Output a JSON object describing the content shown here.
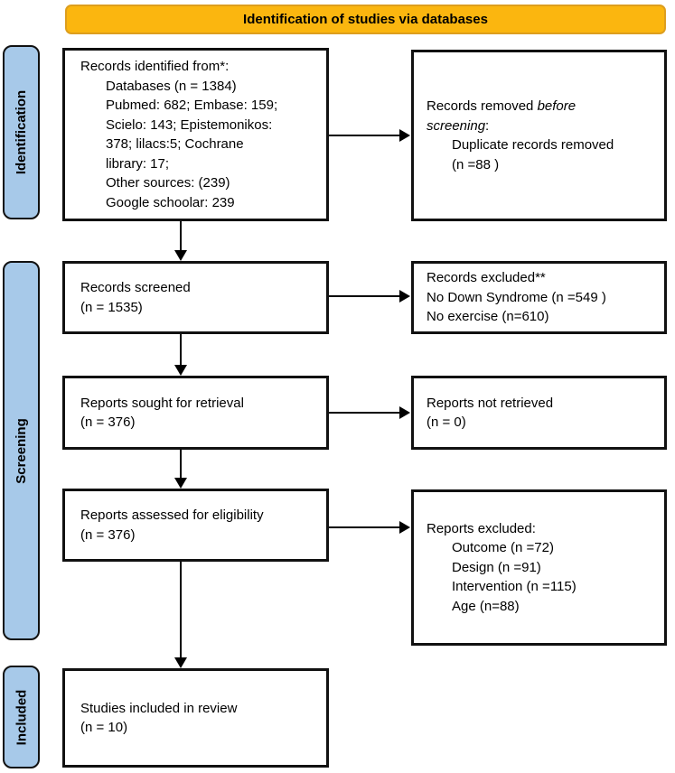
{
  "header": {
    "title": "Identification of studies via databases"
  },
  "colors": {
    "header_fill": "#FBB60F",
    "header_border": "#DD9E1E",
    "stage_fill": "#A7C9E9",
    "box_border": "#111111",
    "text": "#000000"
  },
  "stages": {
    "identification": "Identification",
    "screening": "Screening",
    "included": "Included"
  },
  "boxes": {
    "records_identified": {
      "title": "Records identified from*:",
      "lines": [
        "Databases (n = 1384)",
        "Pubmed: 682; Embase: 159;",
        "Scielo: 143; Epistemonikos:",
        "378; lilacs:5; Cochrane",
        "library: 17;",
        "Other sources: (239)",
        "Google schoolar: 239"
      ]
    },
    "records_removed": {
      "line1_pre": "Records removed ",
      "line1_italic": "before",
      "line2_italic": "screening",
      "line2_post": ":",
      "lines": [
        "Duplicate records removed",
        "(n =88 )"
      ]
    },
    "records_screened": {
      "lines": [
        "Records screened",
        "(n = 1535)"
      ]
    },
    "records_excluded": {
      "lines": [
        "Records excluded**",
        "No Down Syndrome (n =549 )",
        "No exercise (n=610)"
      ]
    },
    "reports_sought": {
      "lines": [
        "Reports sought for retrieval",
        "(n = 376)"
      ]
    },
    "reports_not_retrieved": {
      "lines": [
        "Reports not retrieved",
        "(n = 0)"
      ]
    },
    "reports_assessed": {
      "lines": [
        "Reports assessed for eligibility",
        "(n = 376)"
      ]
    },
    "reports_excluded": {
      "title": "Reports excluded:",
      "lines": [
        "Outcome (n =72)",
        "Design (n =91)",
        "Intervention (n =115)",
        "Age (n=88)"
      ]
    },
    "studies_included": {
      "lines": [
        "Studies included in review",
        "(n = 10)"
      ]
    }
  }
}
